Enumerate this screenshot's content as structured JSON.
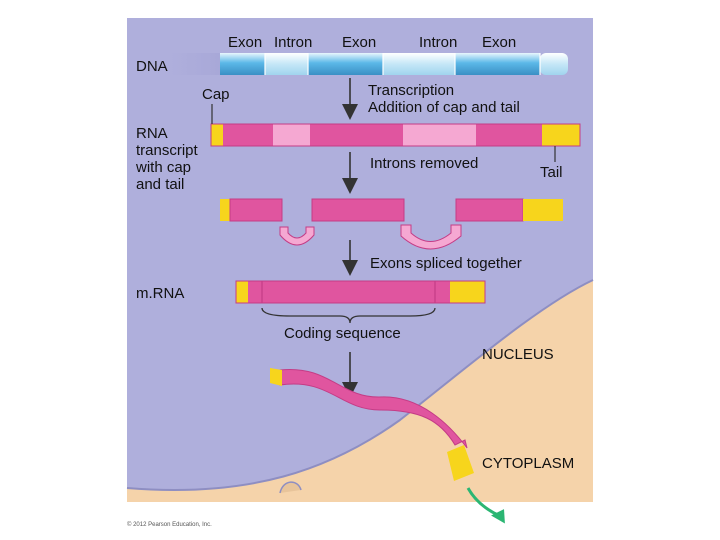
{
  "colors": {
    "nucleus": "#a8a8d8",
    "cytoplasm": "#f5d3aa",
    "exon": "#e0559f",
    "exon_dark": "#c43c86",
    "intron": "#f5a8d2",
    "cap_tail": "#f7d51c",
    "dna": "#5bb8e8",
    "dna_light": "#c5e7f7",
    "export_arrow": "#2bb673"
  },
  "labels": {
    "top_exon_1": "Exon",
    "top_intron_1": "Intron",
    "top_exon_2": "Exon",
    "top_intron_2": "Intron",
    "top_exon_3": "Exon",
    "dna": "DNA",
    "cap": "Cap",
    "step_transcription": "Transcription\nAddition of cap and tail",
    "rna_transcript": "RNA\ntranscript\nwith cap\nand tail",
    "step_introns_removed": "Introns removed",
    "tail": "Tail",
    "step_exons_spliced": "Exons spliced together",
    "mrna": "m.RNA",
    "coding_sequence": "Coding sequence",
    "nucleus": "NUCLEUS",
    "cytoplasm": "CYTOPLASM",
    "copyright": "© 2012 Pearson Education, Inc."
  }
}
